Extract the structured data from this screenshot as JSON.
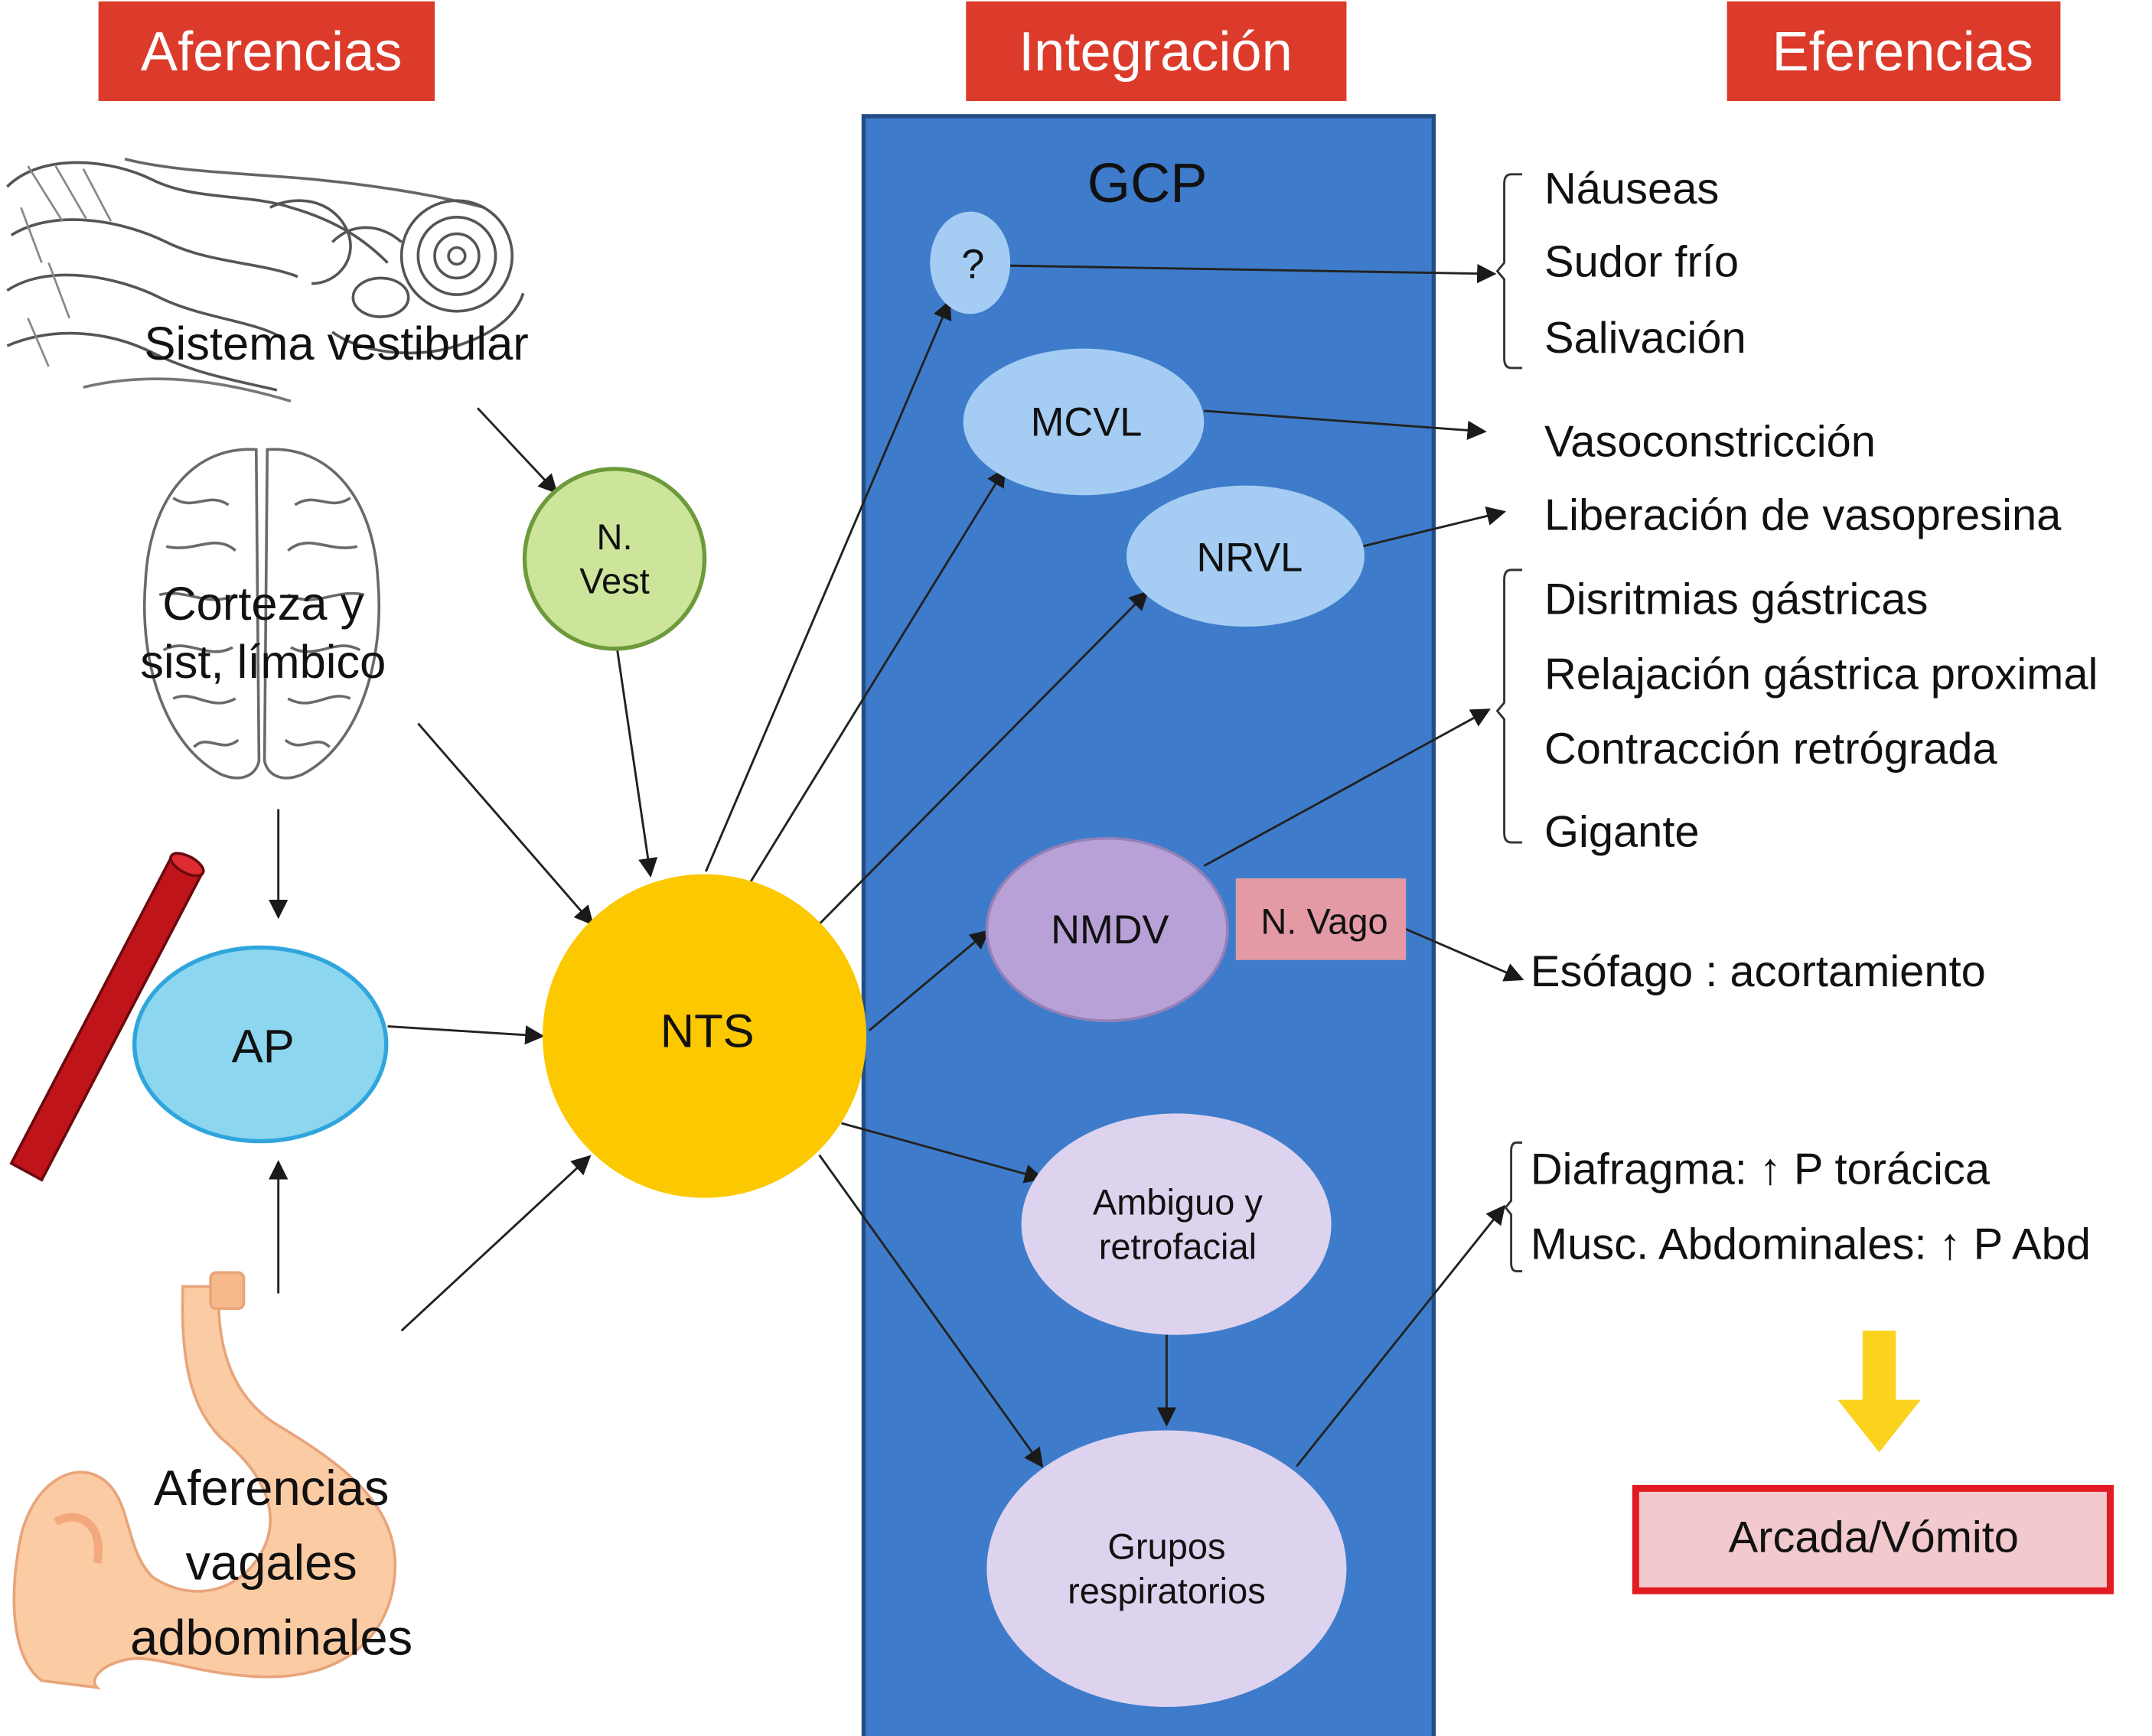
{
  "headers": {
    "afferents": "Aferencias",
    "integration": "Integración",
    "efferents": "Eferencias"
  },
  "colors": {
    "header_red": "#dc3b2b",
    "panel_blue": "#3e7ccb",
    "nts_yellow": "#fcc800",
    "vest_green": "#cde49b",
    "ap_blue": "#8dd6ef",
    "nucleus_blue": "#a5cdf3",
    "nmdv_purple": "#b7a1d7",
    "lilac": "#ded3ee",
    "vago_pink": "#e39aa5",
    "vessel_red": "#c0141b",
    "result_fill": "#f2c9cd",
    "result_border": "#e11b22",
    "down_arrow_yellow": "#fbd31f"
  },
  "afferents": {
    "vestibular": "Sistema vestibular",
    "cortex_line1": "Corteza y",
    "cortex_line2": "sist, límbico",
    "vagal_line1": "Aferencias",
    "vagal_line2": "vagales",
    "vagal_line3": "adbominales",
    "icons": [
      "inner-ear-icon",
      "brain-icon",
      "blood-vessel-icon",
      "stomach-icon"
    ]
  },
  "nodes": {
    "n_vest_line1": "N.",
    "n_vest_line2": "Vest",
    "ap": "AP",
    "nts": "NTS",
    "unknown": "?",
    "mcvl": "MCVL",
    "nrvl": "NRVL",
    "nmdv": "NMDV",
    "n_vago": "N. Vago",
    "ambiguo_line1": "Ambiguo y",
    "ambiguo_line2": "retrofacial",
    "grupos_line1": "Grupos",
    "grupos_line2": "respiratorios"
  },
  "gcp_label": "GCP",
  "efferents": {
    "group1": [
      "Náuseas",
      "Sudor frío",
      "Salivación"
    ],
    "vasoconstriccion": "Vasoconstricción",
    "vasopresina": "Liberación de vasopresina",
    "group2": [
      "Disritmias gástricas",
      "Relajación gástrica proximal",
      "Contracción retrógrada",
      "Gigante"
    ],
    "esofago": "Esófago : acortamiento",
    "group3": [
      "Diafragma: ↑ P torácica",
      "Musc. Abdominales: ↑ P Abd"
    ],
    "result": "Arcada/Vómito"
  }
}
